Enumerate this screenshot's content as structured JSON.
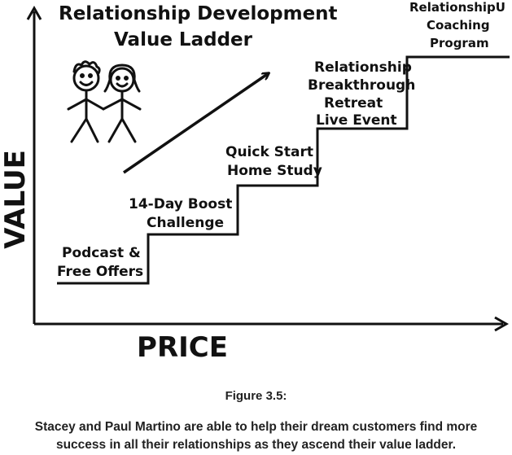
{
  "diagram": {
    "title_lines": [
      "Relationship Development",
      "Value Ladder"
    ],
    "y_axis_label": "VALUE",
    "x_axis_label": "PRICE",
    "steps": [
      {
        "lines": [
          "Podcast &",
          "Free Offers"
        ]
      },
      {
        "lines": [
          "14-Day Boost",
          "Challenge"
        ]
      },
      {
        "lines": [
          "Quick Start",
          "Home Study"
        ]
      },
      {
        "lines": [
          "Relationship",
          "Breakthrough",
          "Retreat",
          "Live Event"
        ]
      },
      {
        "lines": [
          "RelationshipU",
          "Coaching",
          "Program"
        ]
      }
    ],
    "figures": [
      "stick-figure-boy",
      "stick-figure-girl"
    ],
    "colors": {
      "ink": "#111111",
      "caption": "#222222"
    }
  },
  "caption": {
    "label": "Figure 3.5:",
    "text_line_1": "Stacey and Paul Martino are able to help their dream customers find more",
    "text_line_2": "success in all their relationships as they ascend their value ladder."
  }
}
